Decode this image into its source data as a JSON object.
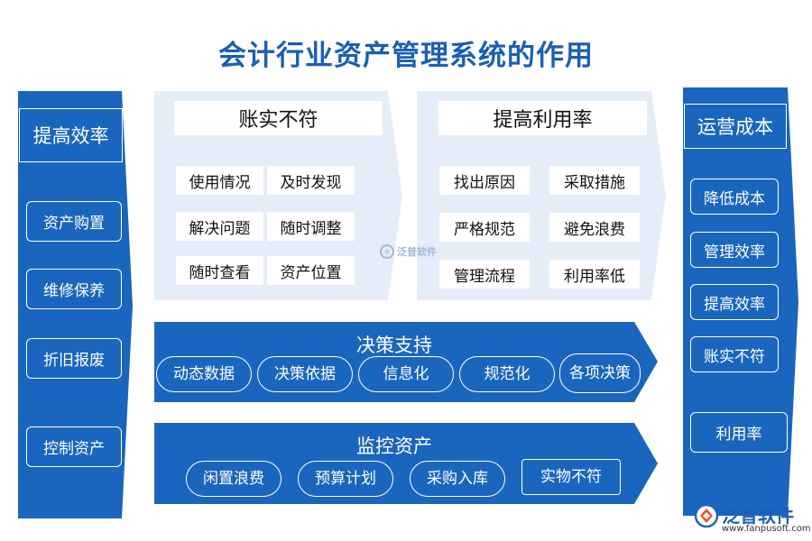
{
  "title": "会计行业资产管理系统的作用",
  "left": {
    "header": "提高效率",
    "items": [
      "资产购置",
      "维修保养",
      "折旧报废",
      "控制资产"
    ]
  },
  "panel1": {
    "header": "账实不符",
    "cells": [
      "使用情况",
      "及时发现",
      "解决问题",
      "随时调整",
      "随时查看",
      "资产位置"
    ]
  },
  "panel2": {
    "header": "提高利用率",
    "cells": [
      "找出原因",
      "采取措施",
      "严格规范",
      "避免浪费",
      "管理流程",
      "利用率低"
    ]
  },
  "band1": {
    "title": "决策支持",
    "pills": [
      "动态数据",
      "决策依据",
      "信息化",
      "规范化",
      "各项决策"
    ]
  },
  "band2": {
    "title": "监控资产",
    "pills": [
      "闲置浪费",
      "预算计划",
      "采购入库",
      "实物不符"
    ]
  },
  "right": {
    "header": "运营成本",
    "items": [
      "降低成本",
      "管理效率",
      "提高效率",
      "账实不符",
      "利用率"
    ]
  },
  "watermark": {
    "brand": "泛普软件"
  },
  "logo": {
    "brand": "泛普软件",
    "url": "www.fanpusoft.com"
  },
  "colors": {
    "primary": "#1a66be",
    "panel_bg": "#e5eef8",
    "title": "#1a5fb4"
  }
}
